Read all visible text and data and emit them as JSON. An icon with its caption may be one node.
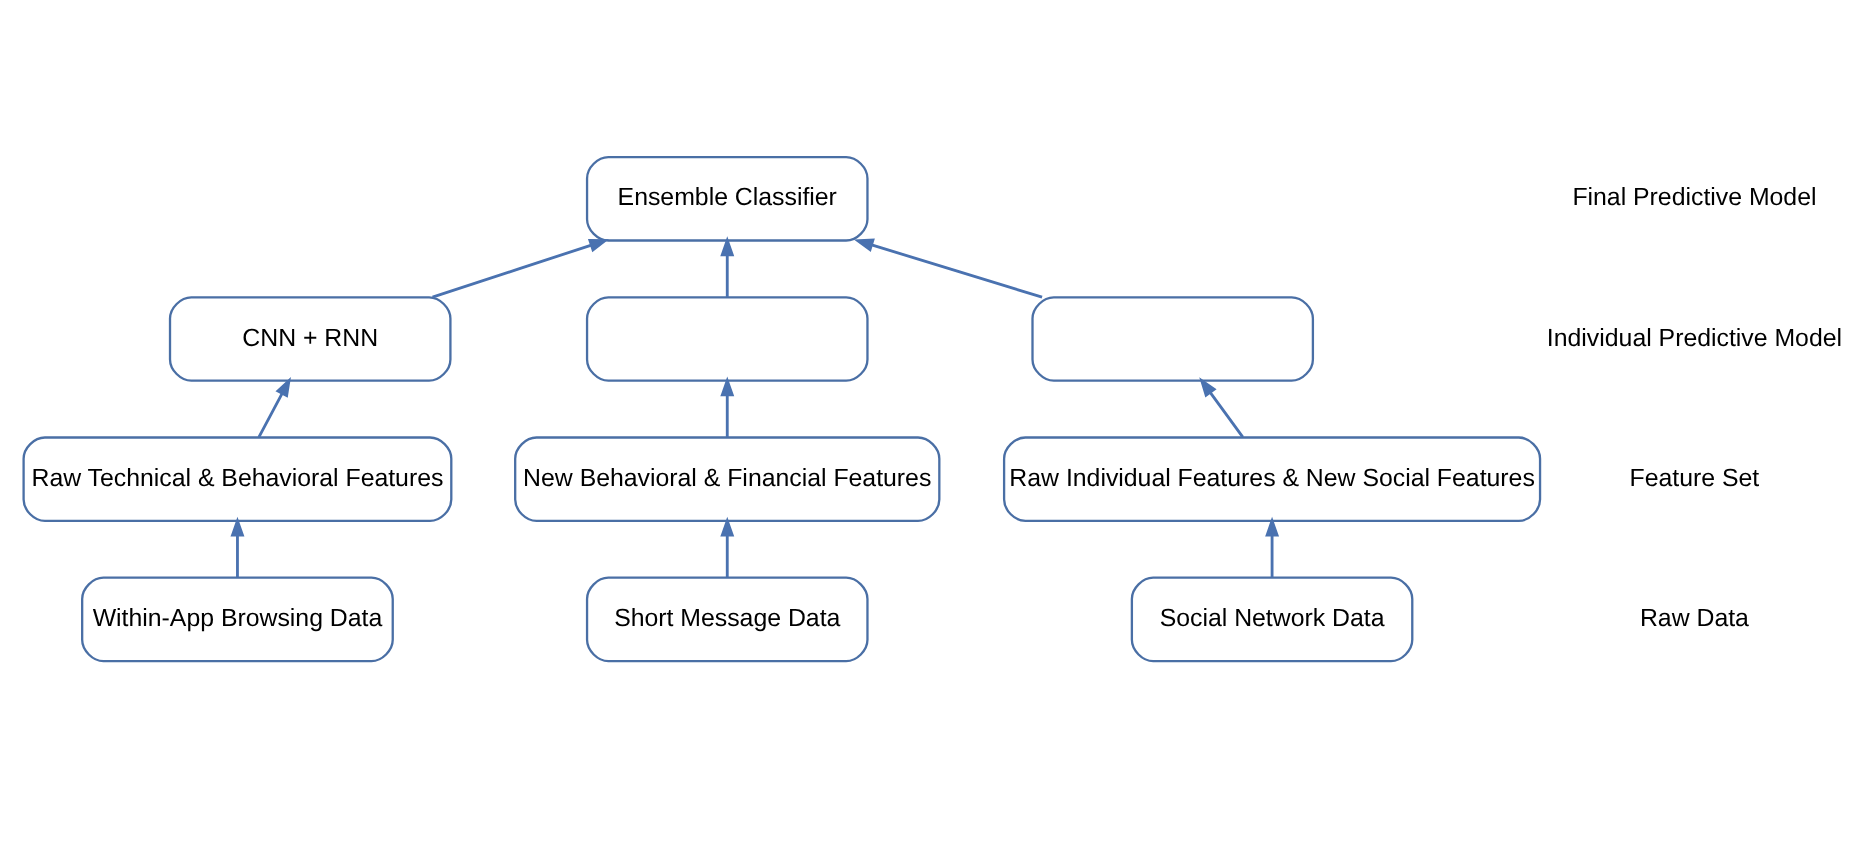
{
  "diagram": {
    "nodes": [
      {
        "text": [
          "Ensemble Classifier"
        ]
      },
      {
        "text": [
          "CNN + RNN"
        ]
      },
      {
        "text": [],
        "shape": "box"
      },
      {
        "text": [],
        "shape": "box"
      },
      {
        "text": [
          "Raw Technical & Behavioral Features"
        ]
      },
      {
        "text": [
          "New Behavioral & Financial Features"
        ]
      },
      {
        "text": [
          "Raw Individual Features & New Social Features"
        ]
      },
      {
        "text": [
          "Within-App Browsing Data"
        ]
      },
      {
        "text": [
          "Short Message Data"
        ]
      },
      {
        "text": [
          "Social Network Data"
        ]
      }
    ],
    "edges": [
      {
        "from": 7,
        "to": 4,
        "arrow": "to"
      },
      {
        "from": 8,
        "to": 5,
        "arrow": "to"
      },
      {
        "from": 9,
        "to": 6,
        "arrow": "to"
      },
      {
        "from": 4,
        "to": 1,
        "arrow": "to"
      },
      {
        "from": 5,
        "to": 2,
        "arrow": "to"
      },
      {
        "from": 6,
        "to": 3,
        "arrow": "to"
      },
      {
        "from": 1,
        "to": 0,
        "arrow": "to"
      },
      {
        "from": 2,
        "to": 0,
        "arrow": "to"
      },
      {
        "from": 3,
        "to": 0,
        "arrow": "to"
      }
    ],
    "labels": [
      "Final Predictive Model",
      "Individual Predictive Model",
      "Feature Set",
      "Raw Data"
    ]
  }
}
